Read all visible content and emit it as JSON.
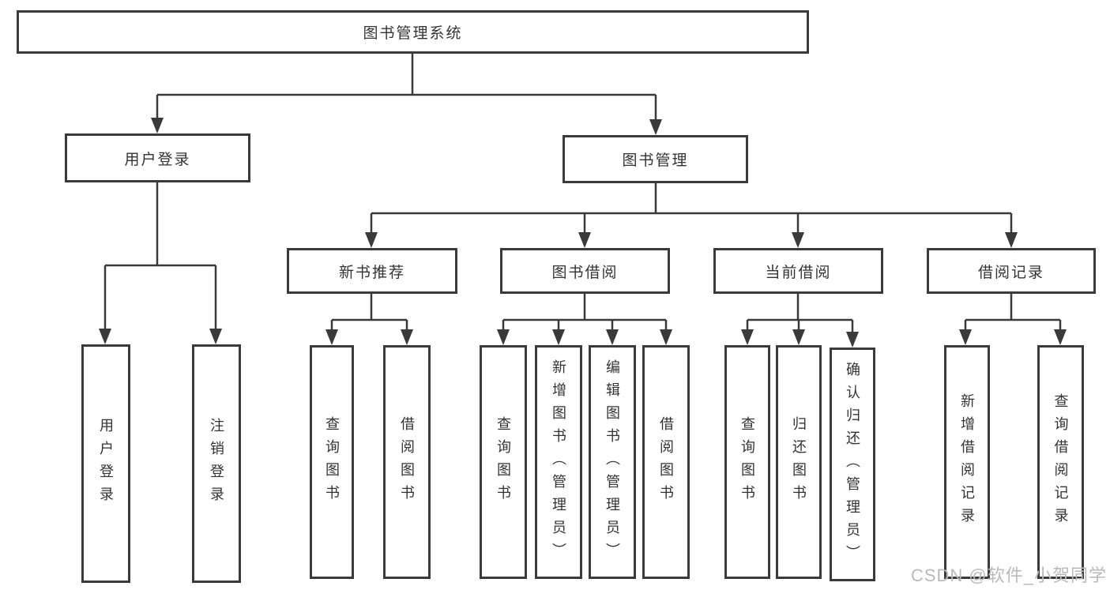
{
  "diagram": {
    "root": "图书管理系统",
    "level2": [
      "用户登录",
      "图书管理"
    ],
    "level3": [
      "新书推荐",
      "图书借阅",
      "当前借阅",
      "借阅记录"
    ],
    "leaves_user_login": [
      "用户登录",
      "注销登录"
    ],
    "leaves_new_book": [
      "查询图书",
      "借阅图书"
    ],
    "leaves_book_borrow": [
      "查询图书",
      "新增图书（管理员）",
      "编辑图书（管理员）",
      "借阅图书"
    ],
    "leaves_current_borrow": [
      "查询图书",
      "归还图书",
      "确认归还（管理员）"
    ],
    "leaves_borrow_record": [
      "新增借阅记录",
      "查询借阅记录"
    ]
  },
  "watermark": "CSDN @软件_小贺同学",
  "colors": {
    "line": "#3a3a3a",
    "box_border": "#3a3a3a",
    "text": "#333333",
    "background": "#ffffff",
    "watermark": "#b9b9b9"
  }
}
